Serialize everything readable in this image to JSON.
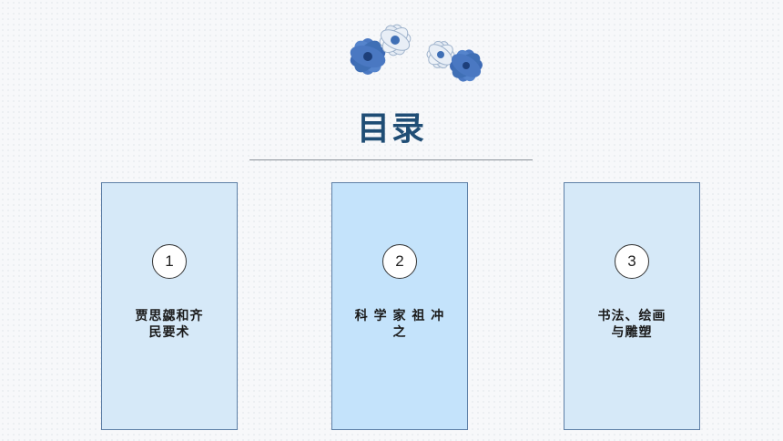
{
  "slide": {
    "title": "目录",
    "decoration_icon": "blue-flowers-icon"
  },
  "cards": [
    {
      "number": "1",
      "label": "贾思勰和齐\n民要术",
      "color": "#d6e9f8"
    },
    {
      "number": "2",
      "label": "科 学 家 祖 冲\n之",
      "color": "#c4e3fb"
    },
    {
      "number": "3",
      "label": "书法、绘画\n与雕塑",
      "color": "#d6e9f8"
    }
  ],
  "colors": {
    "title": "#1f4d75",
    "card_border": "#5d7fa6",
    "flower_blue": "#3f6fb5"
  }
}
